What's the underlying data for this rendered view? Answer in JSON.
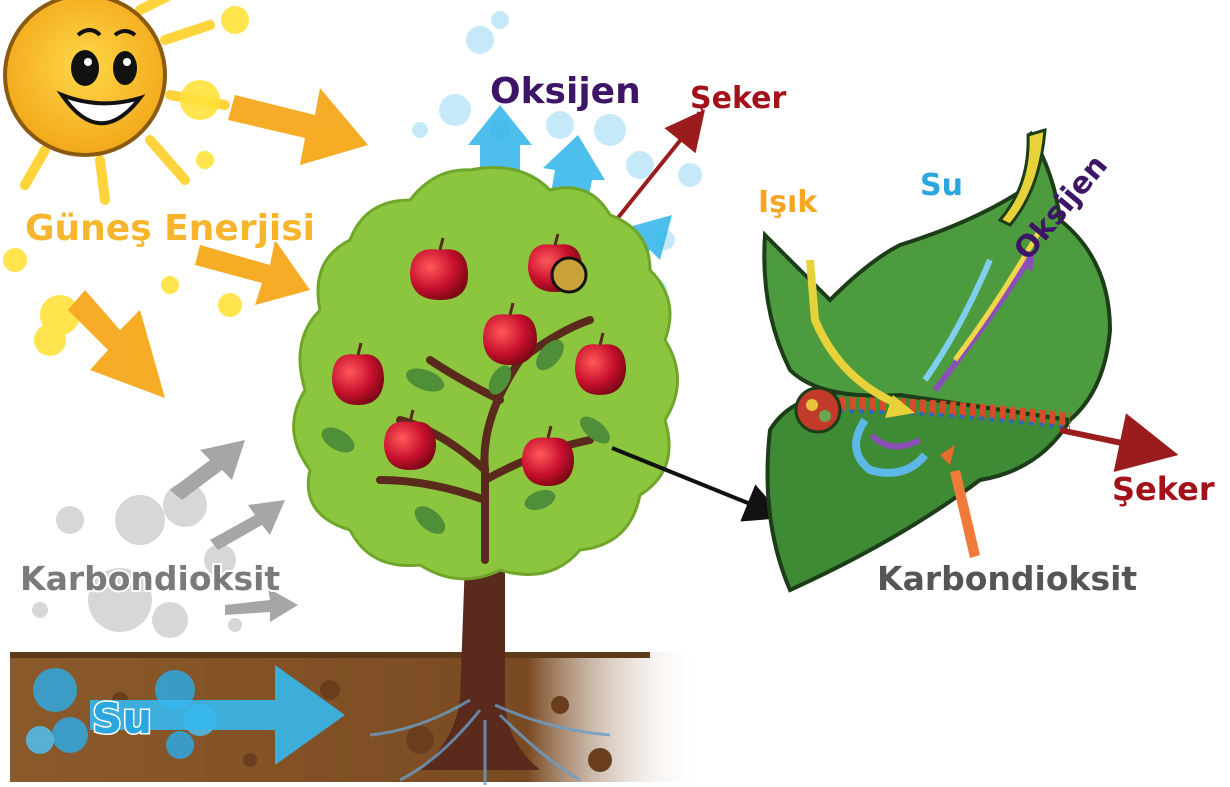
{
  "labels": {
    "sun_energy": "Güneş Enerjisi",
    "oxygen_tree": "Oksijen",
    "sugar_tree": "Şeker",
    "co2_left": "Karbondioksit",
    "water_soil": "Su",
    "light_leaf": "Işık",
    "water_leaf": "Su",
    "oxygen_leaf": "Oksijen",
    "sugar_leaf": "Şeker",
    "co2_leaf": "Karbondioksit"
  },
  "colors": {
    "sun": "#f6c21c",
    "sun_arrow": "#f7a81b",
    "oxygen_arrow": "#2fb4e9",
    "sugar_arrow": "#9b1c1c",
    "oxygen_text": "#3d1466",
    "sugar_text": "#a3121a",
    "co2_text": "#7a7a7a",
    "light_text": "#f5a623",
    "water_text": "#2aa6e0",
    "canopy": "#8cc63f",
    "leaf": "#3f8a35",
    "trunk": "#5a2a1c",
    "apple": "#c8102e",
    "soil": "#7a4a22"
  }
}
